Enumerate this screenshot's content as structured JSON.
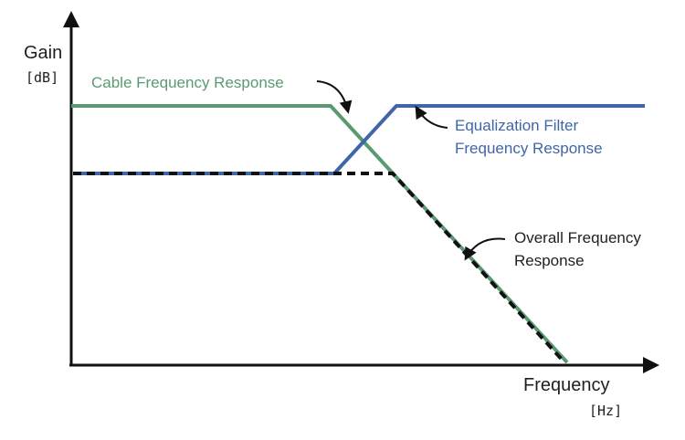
{
  "axes": {
    "y_title": "Gain",
    "y_unit": "[dB]",
    "x_title": "Frequency",
    "x_unit": "[Hz]"
  },
  "curves": {
    "cable": {
      "label": "Cable Frequency Response",
      "color": "#5a9a72"
    },
    "equalizer": {
      "label_line1": "Equalization Filter",
      "label_line2": "Frequency Response",
      "color": "#3f66a8"
    },
    "overall": {
      "label_line1": "Overall Frequency",
      "label_line2": "Response",
      "color": "#111111"
    }
  },
  "colors": {
    "axis": "#111111",
    "text": "#1f1f1f"
  }
}
